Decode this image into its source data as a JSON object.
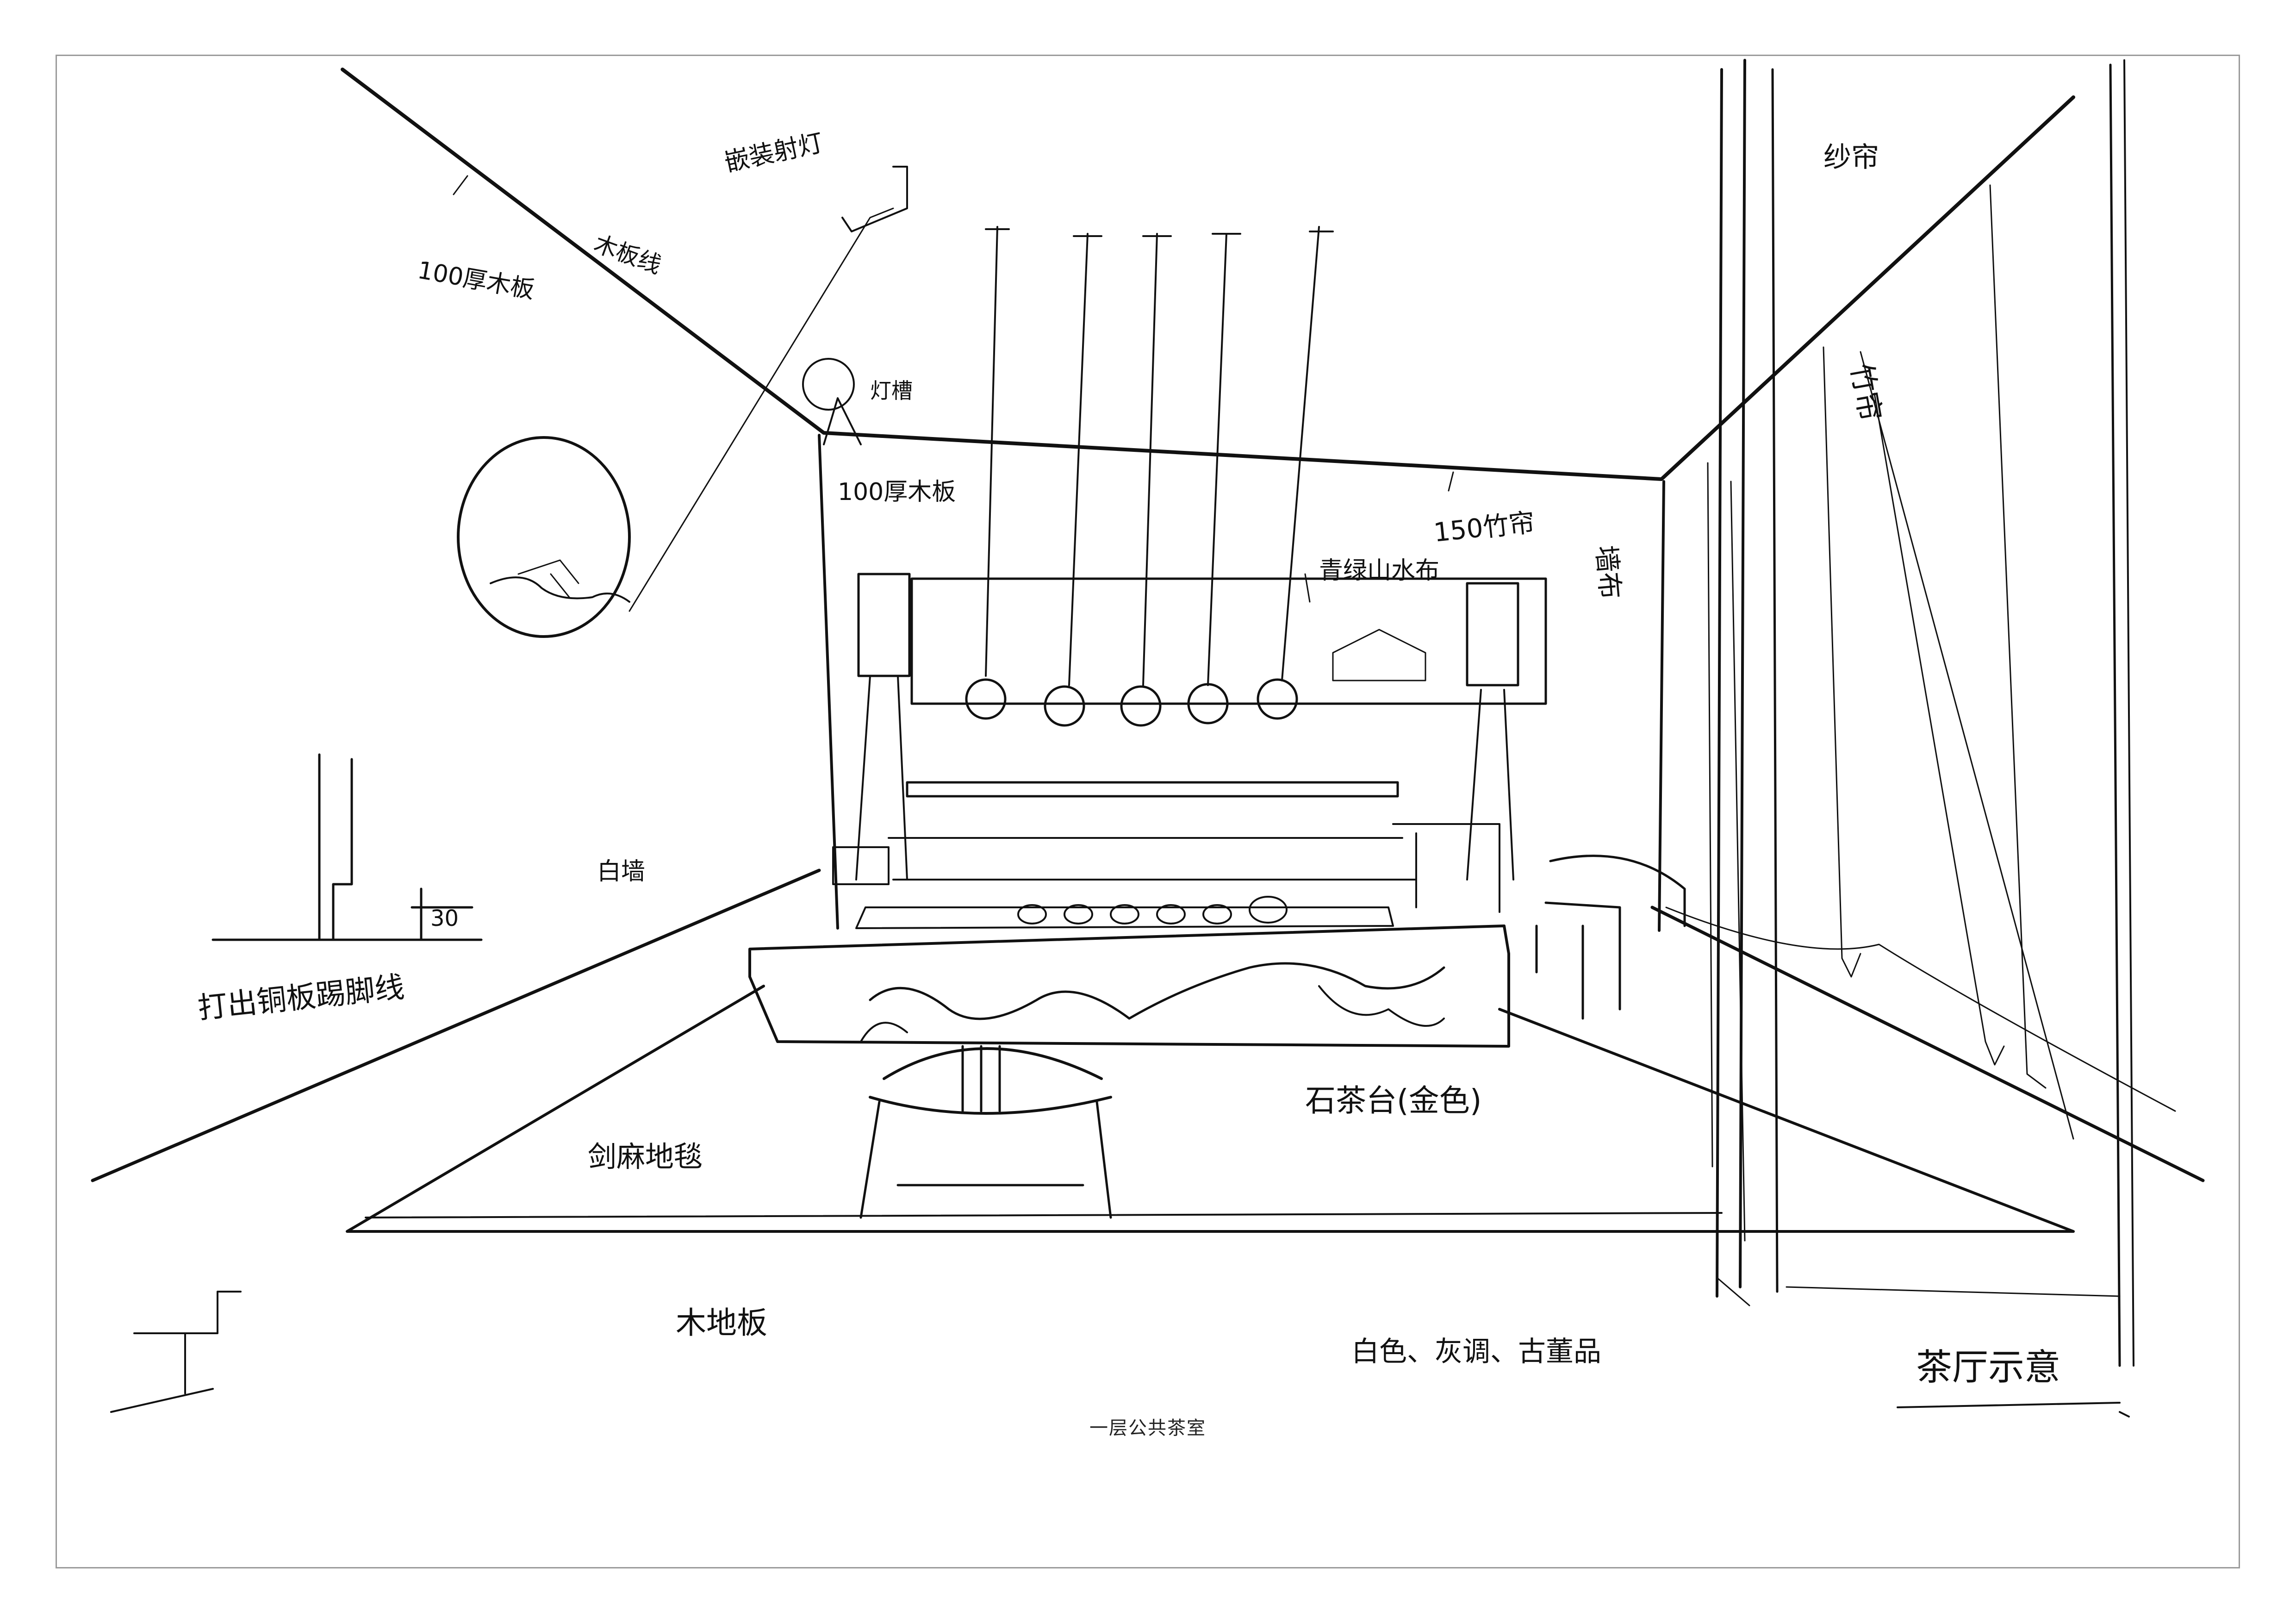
{
  "caption": "一层公共茶室",
  "annotations": {
    "ceiling_board": "100厚木板",
    "ceiling_line": "木板线",
    "spotlight": "嵌装射灯",
    "light_slot": "灯槽",
    "wood_board": "100厚木板",
    "bamboo_curtain": "150竹帘",
    "gauze_curtain": "纱帘",
    "bamboo_screen": "竹帘",
    "green_cloth": "青绿山水布",
    "wall_cloth": "墙布",
    "white_wall": "白墙",
    "skirting": "打出铜板踢脚线",
    "skirting_dim": "30",
    "carpet": "剑麻地毯",
    "tea_table": "石茶台(金色)",
    "floor": "木地板",
    "finishes": "白色、灰调、古董品",
    "title_mark": "茶厅示意"
  },
  "colors": {
    "ink": "#111111",
    "frame": "#9a9a9a",
    "paper": "#ffffff"
  }
}
